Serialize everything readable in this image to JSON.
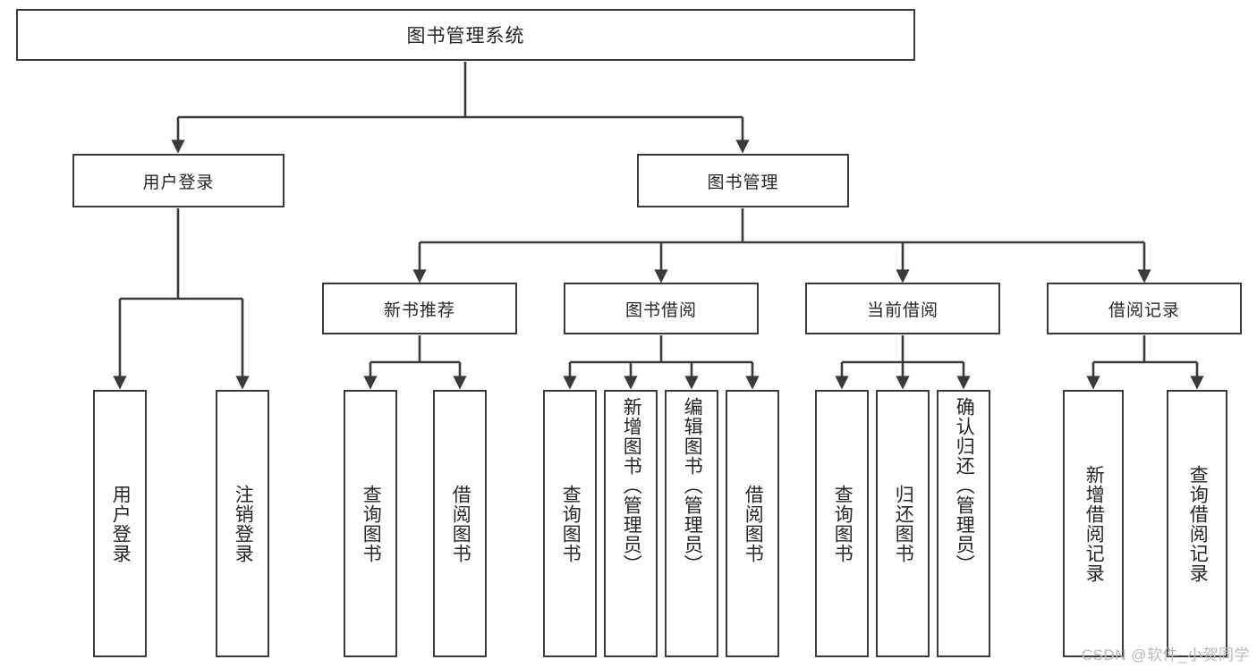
{
  "diagram": {
    "title": "图书管理系统",
    "type": "tree-hierarchy-chart",
    "watermark": "CSDN @软件_小贺同学",
    "style": {
      "box_border_color": "#3a3a3a",
      "box_fill_color": "#ffffff",
      "text_color": "#262626",
      "edge_color": "#3a3a3a",
      "watermark_color": "#b9b9b9"
    },
    "nodes": {
      "root": {
        "label": "图书管理系统"
      },
      "level1": [
        {
          "id": "user-login",
          "label": "用户登录"
        },
        {
          "id": "book-manage",
          "label": "图书管理"
        }
      ],
      "level2": [
        {
          "id": "new-book-recommend",
          "label": "新书推荐"
        },
        {
          "id": "book-borrow",
          "label": "图书借阅"
        },
        {
          "id": "current-borrow",
          "label": "当前借阅"
        },
        {
          "id": "borrow-record",
          "label": "借阅记录"
        }
      ],
      "leaves": {
        "user_login": [
          {
            "id": "leaf-user-login",
            "label": "用户登录"
          },
          {
            "id": "leaf-logout-login",
            "label": "注销登录"
          }
        ],
        "new_book_recommend": [
          {
            "id": "leaf-query-book-1",
            "label": "查询图书"
          },
          {
            "id": "leaf-borrow-book-1",
            "label": "借阅图书"
          }
        ],
        "book_borrow": [
          {
            "id": "leaf-query-book-2",
            "label": "查询图书"
          },
          {
            "id": "leaf-add-book-admin",
            "label": "新增图书（管理员）"
          },
          {
            "id": "leaf-edit-book-admin",
            "label": "编辑图书（管理员）"
          },
          {
            "id": "leaf-borrow-book-2",
            "label": "借阅图书"
          }
        ],
        "current_borrow": [
          {
            "id": "leaf-query-book-3",
            "label": "查询图书"
          },
          {
            "id": "leaf-return-book",
            "label": "归还图书"
          },
          {
            "id": "leaf-confirm-return-admin",
            "label": "确认归还（管理员）"
          }
        ],
        "borrow_record": [
          {
            "id": "leaf-add-borrow-record",
            "label": "新增借阅记录"
          },
          {
            "id": "leaf-query-borrow-record",
            "label": "查询借阅记录"
          }
        ]
      }
    }
  }
}
